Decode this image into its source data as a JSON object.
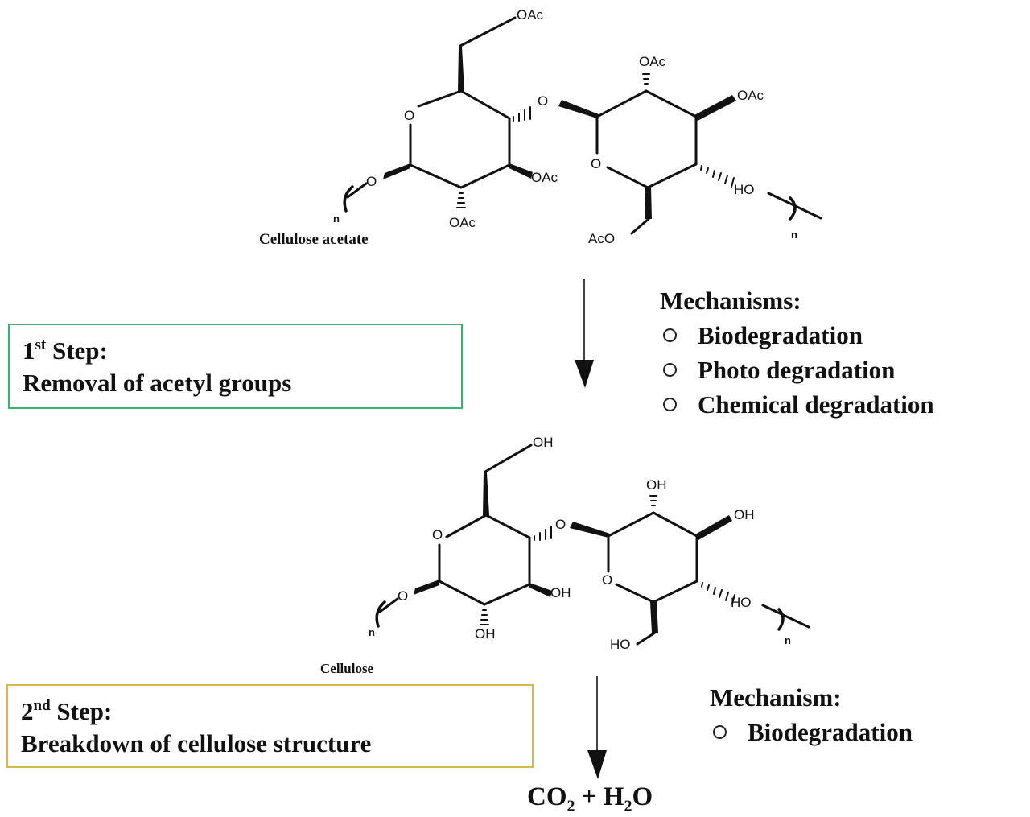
{
  "figure": {
    "type": "reaction-pathway",
    "accent_colors": {
      "step1_border": "#3bb273",
      "step2_border": "#d2b94a",
      "ink": "#111111"
    }
  },
  "molecules": {
    "top": {
      "name": "Cellulose acetate",
      "substituents": {
        "c6": "OAc",
        "ring_o": "O",
        "glycosidic_o_left": "O",
        "c3": "OAc",
        "c2": "OAc",
        "bridge_o": "O",
        "r2_c2": "OAc",
        "r2_c3": "OAc",
        "r2_ring_o": "O",
        "r2_c4": "HO",
        "r2_c6": "AcO",
        "repeat_left": "n",
        "repeat_right": "n"
      }
    },
    "middle": {
      "name": "Cellulose",
      "substituents": {
        "c6": "OH",
        "ring_o": "O",
        "glycosidic_o_left": "O",
        "c3": "OH",
        "c2": "OH",
        "bridge_o": "O",
        "r2_c2": "OH",
        "r2_c3": "OH",
        "r2_ring_o": "O",
        "r2_c4": "HO",
        "r2_c6": "HO",
        "repeat_left": "n",
        "repeat_right": "n"
      }
    }
  },
  "steps": [
    {
      "number": "1",
      "ordinal_suffix": "st",
      "title_word": " Step:",
      "description": "Removal of acetyl groups",
      "mechanisms_heading": "Mechanisms:",
      "mechanisms": [
        "Biodegradation",
        "Photo degradation",
        "Chemical degradation"
      ]
    },
    {
      "number": "2",
      "ordinal_suffix": "nd",
      "title_word": " Step:",
      "description": "Breakdown of cellulose structure",
      "mechanisms_heading": "Mechanism:",
      "mechanisms": [
        "Biodegradation"
      ]
    }
  ],
  "product": {
    "co": "CO",
    "co_sub": "2",
    "plus": " + H",
    "h_sub": "2",
    "o": "O"
  },
  "arrows": [
    {
      "from": "Cellulose acetate",
      "to": "Cellulose",
      "icon": "arrow-down-icon"
    },
    {
      "from": "Cellulose",
      "to": "CO2 + H2O",
      "icon": "arrow-down-icon"
    }
  ]
}
